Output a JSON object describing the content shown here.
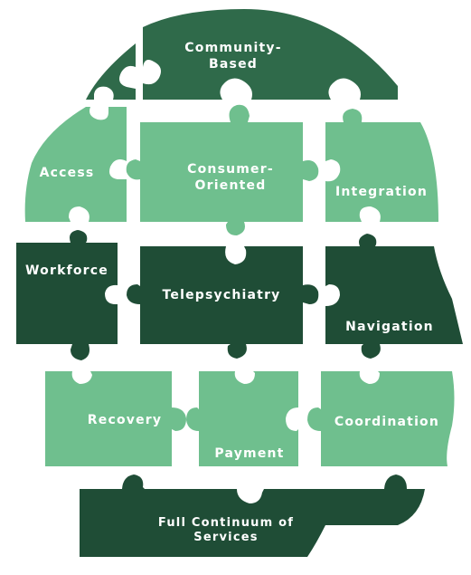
{
  "colors": {
    "dark_green": "#1f4d36",
    "mid_green": "#2f6a4a",
    "light_green": "#6fbf8e",
    "background": "#ffffff",
    "text": "#ffffff"
  },
  "pieces": {
    "community_based": {
      "label": "Community-\nBased",
      "color": "mid"
    },
    "access": {
      "label": "Access",
      "color": "light"
    },
    "consumer_oriented": {
      "label": "Consumer-\nOriented",
      "color": "light"
    },
    "integration": {
      "label": "Integration",
      "color": "light"
    },
    "workforce": {
      "label": "Workforce",
      "color": "dark"
    },
    "telepsychiatry": {
      "label": "Telepsychiatry",
      "color": "dark"
    },
    "navigation": {
      "label": "Navigation",
      "color": "dark"
    },
    "recovery": {
      "label": "Recovery",
      "color": "light"
    },
    "payment": {
      "label": "Payment",
      "color": "light"
    },
    "coordination": {
      "label": "Coordination",
      "color": "light"
    },
    "full_continuum": {
      "label": "Full Continuum of\nServices",
      "color": "dark"
    }
  }
}
